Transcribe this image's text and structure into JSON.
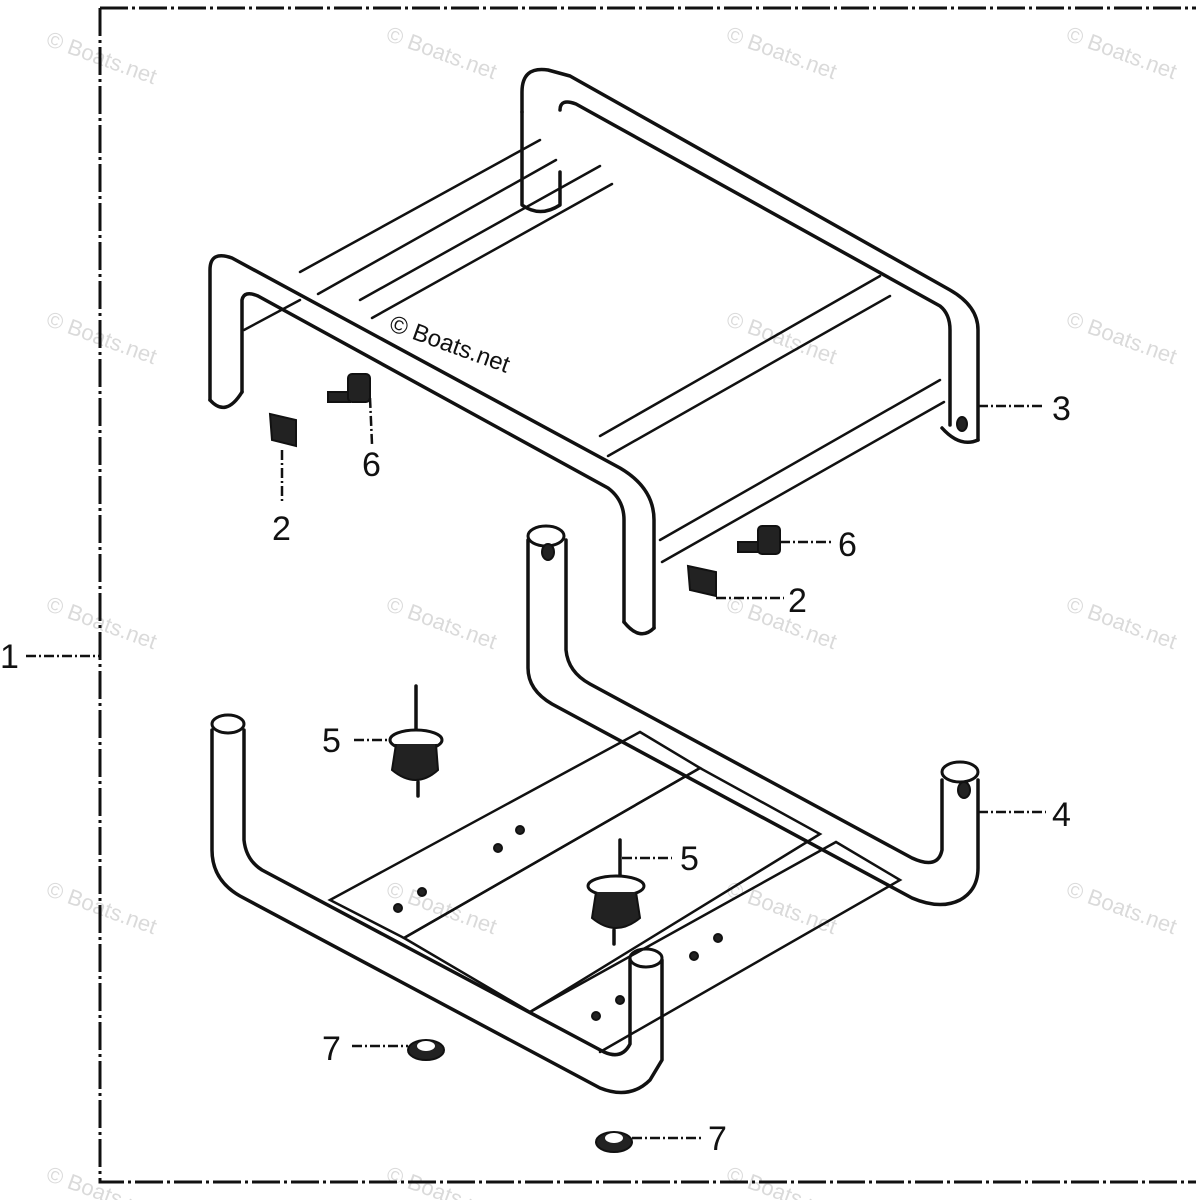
{
  "watermark": {
    "text": "© Boats.net",
    "center_text": "© Boats.net"
  },
  "callouts": {
    "c1": "1",
    "c2a": "2",
    "c2b": "2",
    "c3": "3",
    "c4": "4",
    "c5a": "5",
    "c5b": "5",
    "c6a": "6",
    "c6b": "6",
    "c7a": "7",
    "c7b": "7"
  },
  "colors": {
    "ink": "#111111",
    "paper": "#ffffff",
    "watermark": "#bdbdbd"
  }
}
